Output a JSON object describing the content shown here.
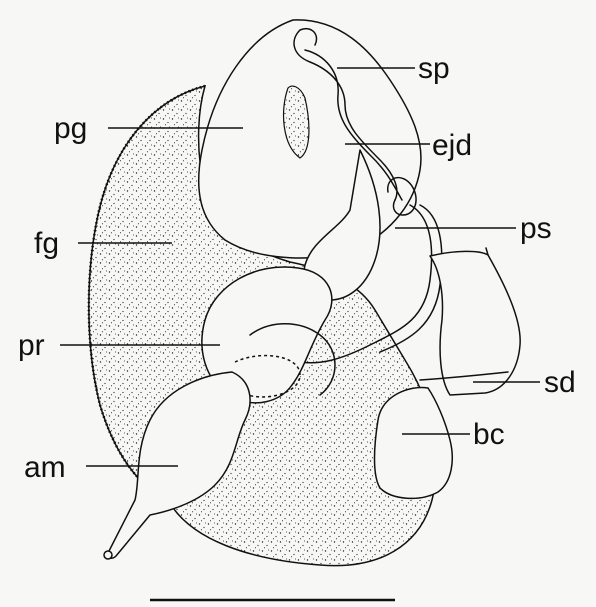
{
  "diagram": {
    "labels": {
      "sp": "sp",
      "pg": "pg",
      "ejd": "ejd",
      "fg": "fg",
      "ps": "ps",
      "pr": "pr",
      "sd": "sd",
      "am": "am",
      "bc": "bc"
    },
    "colors": {
      "background": "#f7f7f5",
      "ink": "#111111"
    }
  }
}
